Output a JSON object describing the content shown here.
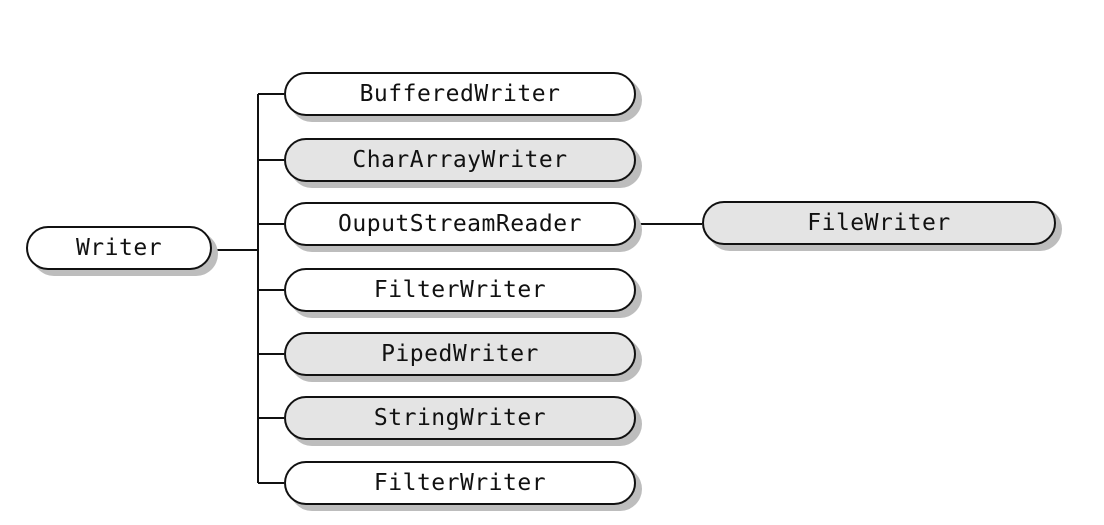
{
  "root": {
    "label": "Writer"
  },
  "children": [
    {
      "label": "BufferedWriter",
      "shaded": false
    },
    {
      "label": "CharArrayWriter",
      "shaded": true
    },
    {
      "label": "OuputStreamReader",
      "shaded": false
    },
    {
      "label": "FilterWriter",
      "shaded": false
    },
    {
      "label": "PipedWriter",
      "shaded": true
    },
    {
      "label": "StringWriter",
      "shaded": true
    },
    {
      "label": "FilterWriter",
      "shaded": false
    }
  ],
  "leaf": {
    "label": "FileWriter",
    "shaded": true,
    "parent_index": 2
  },
  "colors": {
    "line": "#111111",
    "shaded_fill": "#e4e4e4",
    "plain_fill": "#ffffff",
    "shadow": "#bdbdbd"
  }
}
